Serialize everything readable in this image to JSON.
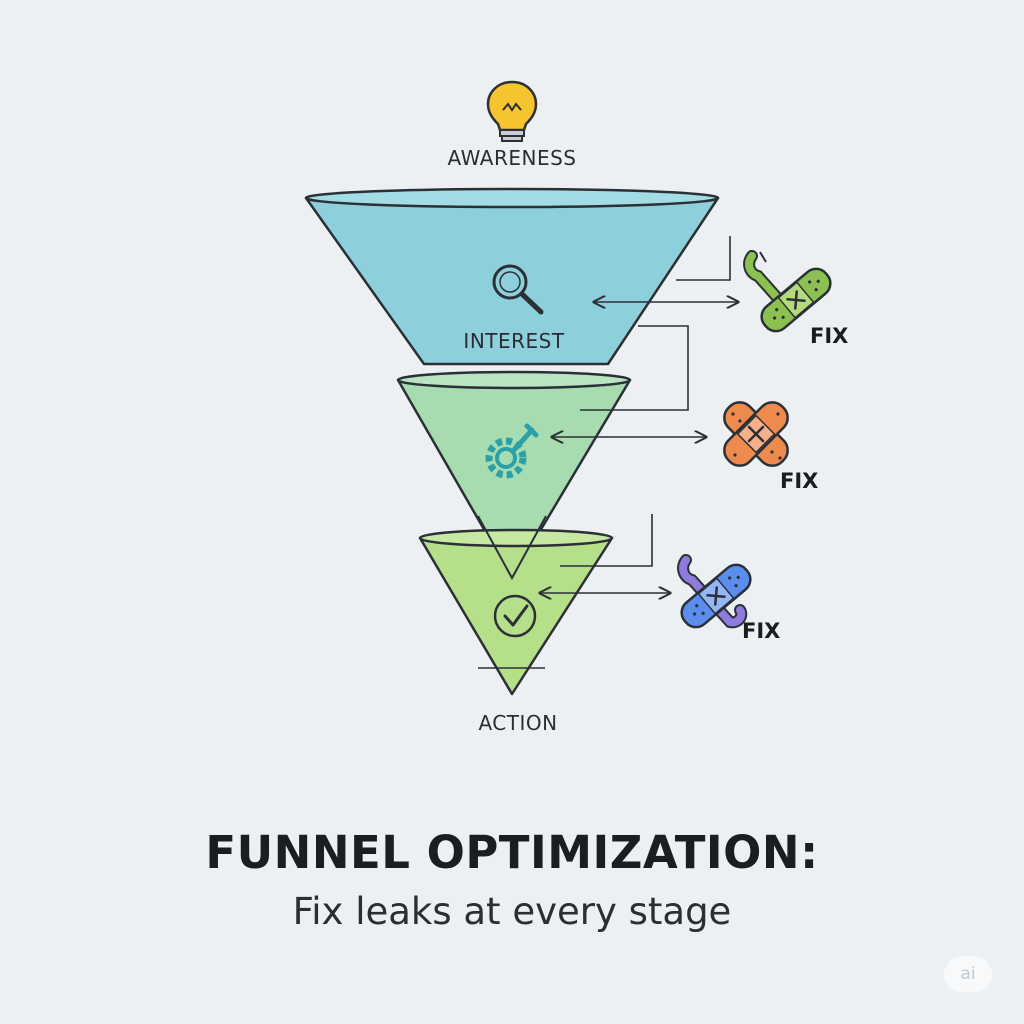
{
  "stages": [
    {
      "id": "awareness",
      "label": "AWARENESS",
      "icon": "lightbulb-icon"
    },
    {
      "id": "interest",
      "label": "INTEREST",
      "icon": "magnifier-icon"
    },
    {
      "id": "consideration",
      "label": "",
      "icon": "wrench-gear-icon"
    },
    {
      "id": "action",
      "label": "ACTION",
      "icon": "checkmark-icon"
    }
  ],
  "fixes": [
    {
      "label": "FIX",
      "icon": "wrench-bandage-icon",
      "color": "#8cc152"
    },
    {
      "label": "FIX",
      "icon": "crossed-bandage-icon",
      "color": "#ef8a4f"
    },
    {
      "label": "FIX",
      "icon": "wrench-bandage-icon",
      "color": "#5b8def"
    }
  ],
  "colors": {
    "funnel_top": "#8dd0db",
    "funnel_middle": "#a7dcb1",
    "funnel_bottom": "#b6df8a",
    "outline": "#2b3036"
  },
  "title": "FUNNEL OPTIMIZATION:",
  "subtitle": "Fix leaks at every stage",
  "badge": "ai"
}
